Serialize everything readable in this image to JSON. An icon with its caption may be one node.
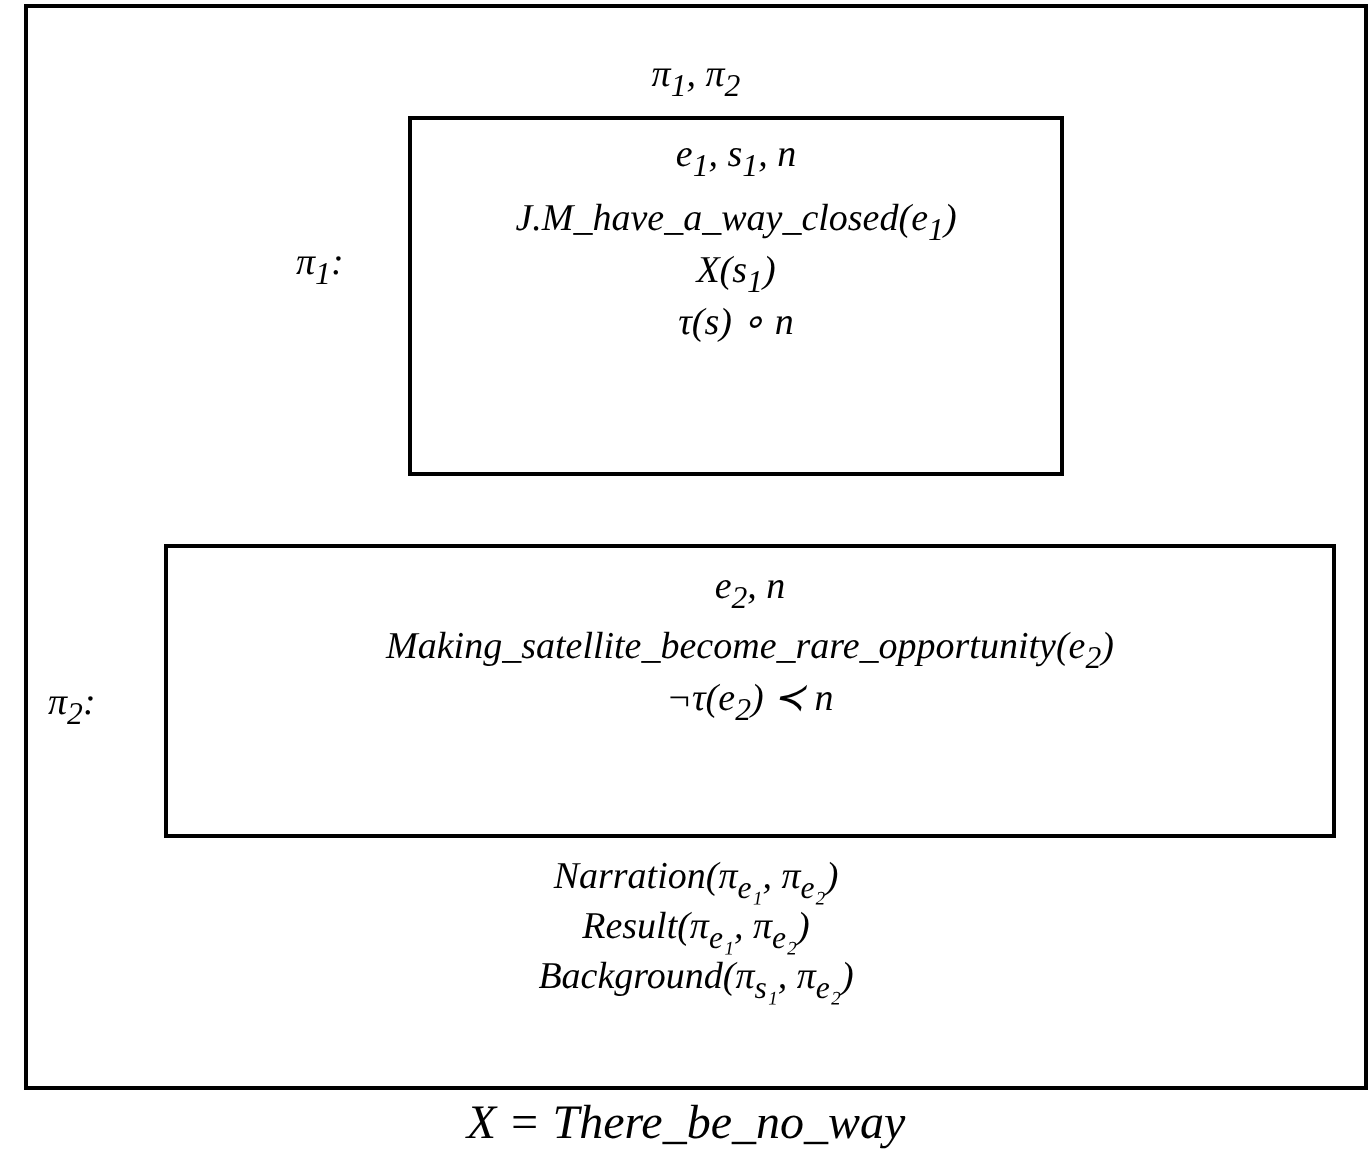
{
  "diagram": {
    "caption": "X = There_be_no_way",
    "nodes": [
      {
        "text": [
          "π$_{1}$, π$_{2}$",
          "Narration(π$_{e₁}$, π$_{e₂}$)",
          "Result(π$_{e₁}$, π$_{e₂}$)",
          "Background(π$_{s₁}$, π$_{e₂}$)"
        ]
      },
      {
        "text": [
          "e$_{1}$, s$_{1}$, n",
          "J.M_have_a_way_closed(e$_{1}$)",
          "X(s$_{1}$)",
          "τ(s) ∘ n"
        ],
        "beside": [
          "π$_{1}$:"
        ],
        "in": 0
      },
      {
        "text": [
          "e$_{2}$, n",
          "Making_satellite_become_rare_opportunity(e$_{2}$)",
          "¬τ(e$_{2}$) ≺ n"
        ],
        "beside": [
          "π$_{2}$:"
        ],
        "in": 0
      }
    ]
  }
}
